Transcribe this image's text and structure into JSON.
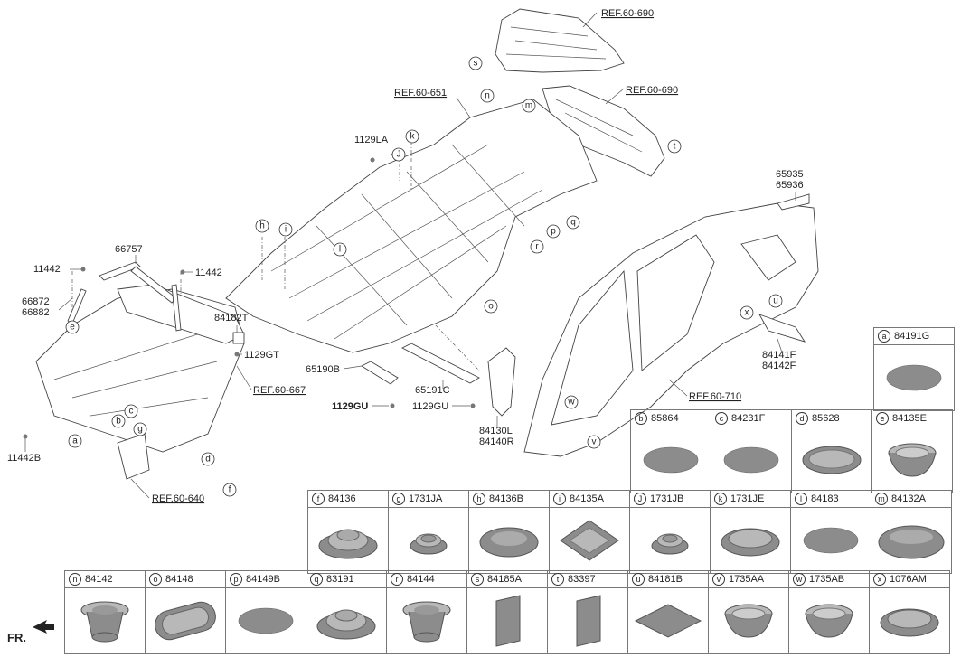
{
  "callouts": [
    {
      "text": "REF.60-690",
      "kind": "ref"
    },
    {
      "text": "REF.60-690",
      "kind": "ref"
    },
    {
      "text": "REF.60-651",
      "kind": "ref"
    },
    {
      "text": "1129LA",
      "kind": "part"
    },
    {
      "text": "65935",
      "kind": "part"
    },
    {
      "text": "65936",
      "kind": "part"
    },
    {
      "text": "66757",
      "kind": "part"
    },
    {
      "text": "11442",
      "kind": "part"
    },
    {
      "text": "11442",
      "kind": "part"
    },
    {
      "text": "66872",
      "kind": "part"
    },
    {
      "text": "66882",
      "kind": "part"
    },
    {
      "text": "84182T",
      "kind": "part"
    },
    {
      "text": "1129GT",
      "kind": "part"
    },
    {
      "text": "REF.60-667",
      "kind": "ref"
    },
    {
      "text": "65190B",
      "kind": "part"
    },
    {
      "text": "65191C",
      "kind": "part"
    },
    {
      "text": "1129GU",
      "kind": "part"
    },
    {
      "text": "1129GU",
      "kind": "part"
    },
    {
      "text": "84130L",
      "kind": "part"
    },
    {
      "text": "84140R",
      "kind": "part"
    },
    {
      "text": "REF.60-710",
      "kind": "ref"
    },
    {
      "text": "84141F",
      "kind": "part"
    },
    {
      "text": "84142F",
      "kind": "part"
    },
    {
      "text": "11442B",
      "kind": "part"
    },
    {
      "text": "REF.60-640",
      "kind": "ref"
    }
  ],
  "letters": [
    "s",
    "t",
    "n",
    "m",
    "k",
    "J",
    "h",
    "i",
    "l",
    "q",
    "p",
    "r",
    "o",
    "e",
    "b",
    "c",
    "g",
    "a",
    "d",
    "f",
    "w",
    "v",
    "x",
    "u"
  ],
  "grid_row1": [
    {
      "letter": "a",
      "part": "84191G",
      "shape": "disc"
    }
  ],
  "grid_row2": [
    {
      "letter": "b",
      "part": "85864",
      "shape": "disc"
    },
    {
      "letter": "c",
      "part": "84231F",
      "shape": "disc"
    },
    {
      "letter": "d",
      "part": "85628",
      "shape": "oval-ring"
    },
    {
      "letter": "e",
      "part": "84135E",
      "shape": "cup"
    }
  ],
  "grid_row3": [
    {
      "letter": "f",
      "part": "84136",
      "shape": "stepped-plug"
    },
    {
      "letter": "g",
      "part": "1731JA",
      "shape": "small-plug"
    },
    {
      "letter": "h",
      "part": "84136B",
      "shape": "dome"
    },
    {
      "letter": "i",
      "part": "84135A",
      "shape": "square-plug"
    },
    {
      "letter": "J",
      "part": "1731JB",
      "shape": "small-plug"
    },
    {
      "letter": "k",
      "part": "1731JE",
      "shape": "flat-ring"
    },
    {
      "letter": "l",
      "part": "84183",
      "shape": "disc"
    },
    {
      "letter": "m",
      "part": "84132A",
      "shape": "big-dome"
    }
  ],
  "grid_row4": [
    {
      "letter": "n",
      "part": "84142",
      "shape": "tall-plug"
    },
    {
      "letter": "o",
      "part": "84148",
      "shape": "oval-plug"
    },
    {
      "letter": "p",
      "part": "84149B",
      "shape": "disc"
    },
    {
      "letter": "q",
      "part": "83191",
      "shape": "stepped-plug"
    },
    {
      "letter": "r",
      "part": "84144",
      "shape": "tall-plug"
    },
    {
      "letter": "s",
      "part": "84185A",
      "shape": "pad-tall"
    },
    {
      "letter": "t",
      "part": "83397",
      "shape": "pad-tall"
    },
    {
      "letter": "u",
      "part": "84181B",
      "shape": "pad-diamond"
    },
    {
      "letter": "v",
      "part": "1735AA",
      "shape": "cup"
    },
    {
      "letter": "w",
      "part": "1735AB",
      "shape": "cup"
    },
    {
      "letter": "x",
      "part": "1076AM",
      "shape": "flat-ring"
    }
  ],
  "front_label": "FR.",
  "colors": {
    "part_fill": "#8c8c8c",
    "part_light": "#b8b8b8",
    "line": "#444444"
  }
}
